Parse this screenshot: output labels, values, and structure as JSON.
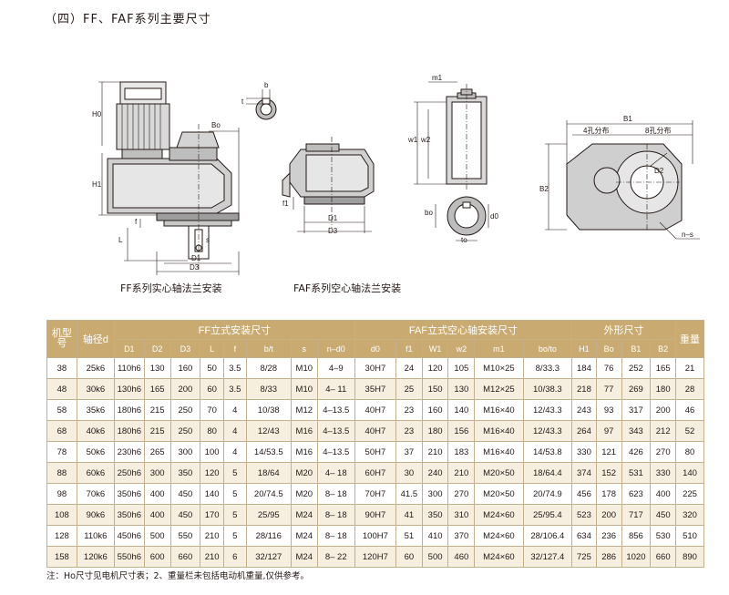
{
  "page": {
    "title": "（四）FF、FAF系列主要尺寸",
    "note": "注：Ho尺寸见电机尺寸表；2、重量栏未包括电动机重量,仅供参考。"
  },
  "drawings": {
    "ff_caption": "FF系列实心轴法兰安装",
    "faf_caption": "FAF系列空心轴法兰安装",
    "labels": {
      "H0": "H0",
      "H1": "H1",
      "Bo": "Bo",
      "b": "b",
      "t": "t",
      "L": "L",
      "f": "f",
      "s": "s",
      "D1": "D1",
      "D3": "D3",
      "f1": "f1",
      "m1": "m1",
      "w1": "w1",
      "w2": "w2",
      "bo": "bo",
      "d0": "d0",
      "to": "to",
      "B1": "B1",
      "B2": "B2",
      "D2": "D2",
      "holes4": "4孔分布",
      "holes8": "8孔分布",
      "ns": "n–s"
    }
  },
  "table": {
    "group_headers": {
      "model": "机型号",
      "shaft": "轴径d",
      "ff": "FF立式安装尺寸",
      "faf": "FAF立式空心轴安装尺寸",
      "outer": "外形尺寸",
      "weight": "重量"
    },
    "sub_headers": [
      "D1",
      "D2",
      "D3",
      "L",
      "f",
      "b/t",
      "s",
      "n–d0",
      "d0",
      "f1",
      "W1",
      "w2",
      "m1",
      "bo/to",
      "H1",
      "Bo",
      "B1",
      "B2"
    ],
    "rows": [
      [
        "38",
        "25k6",
        "110h6",
        "130",
        "160",
        "50",
        "3.5",
        "8/28",
        "M10",
        "4–9",
        "30H7",
        "24",
        "120",
        "105",
        "M10×25",
        "8/33.3",
        "184",
        "76",
        "252",
        "165",
        "21"
      ],
      [
        "48",
        "30k6",
        "130h6",
        "165",
        "200",
        "60",
        "3.5",
        "8/33",
        "M10",
        "4– 11",
        "35H7",
        "25",
        "150",
        "130",
        "M12×25",
        "10/38.3",
        "218",
        "77",
        "269",
        "180",
        "28"
      ],
      [
        "58",
        "35k6",
        "180h6",
        "215",
        "250",
        "70",
        "4",
        "10/38",
        "M12",
        "4–13.5",
        "40H7",
        "23",
        "160",
        "140",
        "M16×40",
        "12/43.3",
        "243",
        "93",
        "317",
        "200",
        "46"
      ],
      [
        "68",
        "40k6",
        "180h6",
        "215",
        "250",
        "80",
        "4",
        "12/43",
        "M16",
        "4–13.5",
        "40H7",
        "23",
        "180",
        "156",
        "M16×40",
        "12/43.3",
        "264",
        "97",
        "343",
        "212",
        "52"
      ],
      [
        "78",
        "50k6",
        "230h6",
        "265",
        "300",
        "100",
        "4",
        "14/53.5",
        "M16",
        "4–13.5",
        "50H7",
        "37",
        "210",
        "183",
        "M16×40",
        "14/53.8",
        "330",
        "121",
        "426",
        "270",
        "80"
      ],
      [
        "88",
        "60k6",
        "250h6",
        "300",
        "350",
        "120",
        "5",
        "18/64",
        "M20",
        "4– 18",
        "60H7",
        "30",
        "240",
        "210",
        "M20×50",
        "18/64.4",
        "374",
        "152",
        "531",
        "330",
        "140"
      ],
      [
        "98",
        "70k6",
        "350h6",
        "400",
        "450",
        "140",
        "5",
        "20/74.5",
        "M20",
        "8– 18",
        "70H7",
        "41.5",
        "300",
        "270",
        "M20×50",
        "20/74.9",
        "456",
        "178",
        "623",
        "400",
        "225"
      ],
      [
        "108",
        "90k6",
        "350h6",
        "400",
        "450",
        "170",
        "5",
        "25/95",
        "M24",
        "8– 18",
        "90H7",
        "41",
        "350",
        "310",
        "M24×60",
        "25/95.4",
        "523",
        "200",
        "717",
        "450",
        "320"
      ],
      [
        "128",
        "110k6",
        "450h6",
        "500",
        "550",
        "210",
        "5",
        "28/116",
        "M24",
        "8– 18",
        "100H7",
        "51",
        "410",
        "370",
        "M24×60",
        "28/106.4",
        "634",
        "236",
        "856",
        "530",
        "510"
      ],
      [
        "158",
        "120k6",
        "550h6",
        "600",
        "660",
        "210",
        "6",
        "32/127",
        "M24",
        "8– 22",
        "120H7",
        "60",
        "500",
        "460",
        "M24×60",
        "32/127.4",
        "725",
        "286",
        "1020",
        "660",
        "890"
      ]
    ]
  }
}
